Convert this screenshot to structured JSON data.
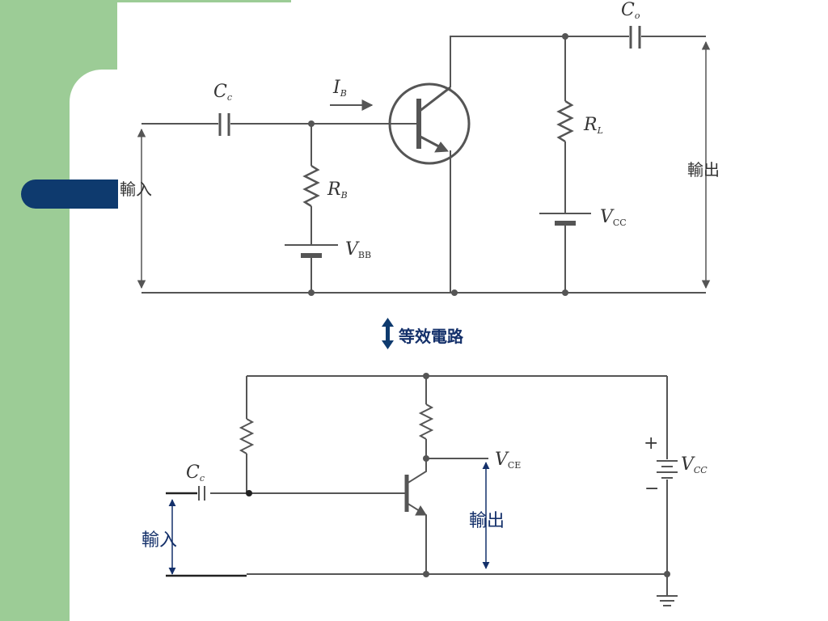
{
  "top_circuit": {
    "cc_main": "C",
    "cc_sub": "c",
    "co_main": "C",
    "co_sub": "o",
    "ib_main": "I",
    "ib_sub": "B",
    "rb_main": "R",
    "rb_sub": "B",
    "rl_main": "R",
    "rl_sub": "L",
    "vbb_main": "V",
    "vbb_sub": "BB",
    "vcc_main": "V",
    "vcc_sub": "CC",
    "input_label": "輸入",
    "output_label": "輸出"
  },
  "equivalent_label": "等效電路",
  "bottom_circuit": {
    "cc_main": "C",
    "cc_sub": "c",
    "vce_main": "V",
    "vce_sub": "CE",
    "vcc_main": "V",
    "vcc_sub": "CC",
    "plus": "+",
    "minus": "−",
    "input_label": "輸入",
    "output_label": "輸出"
  },
  "colors": {
    "green": "#9ccc96",
    "navy": "#0e3a6e",
    "wire": "#555555",
    "blue_text": "#14306a"
  }
}
